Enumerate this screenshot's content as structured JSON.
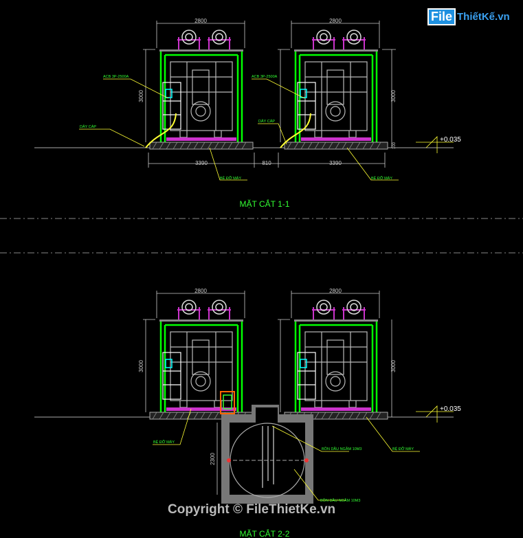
{
  "logo": {
    "text": "FileThiếtKế.vn",
    "part1": "File",
    "part2": "ThiếtKế.vn"
  },
  "watermark": "Copyright © FileThietKe.vn",
  "colors": {
    "background": "#000000",
    "frame": "#00ff00",
    "machine": "#bbbbbb",
    "fan": "#cc33cc",
    "leader": "#ffff33",
    "label": "#33ff33",
    "dimension": "#cccccc",
    "acb": "#00ffff"
  },
  "section1": {
    "title": "MẶT CẮT 1-1",
    "dim_width": "2800",
    "dim_height": "3000",
    "dim_base_width": "3390",
    "dim_gap": "810",
    "dim_base_height": "100",
    "label_acb": "ACB 3P-2500A",
    "label_cable": "DÂY CÁP",
    "label_base": "BỆ ĐỠ MÁY",
    "level": "+0.035"
  },
  "section2": {
    "title": "MẶT CẮT 2-2",
    "dim_width": "2800",
    "dim_height": "3000",
    "dim_pit_depth": "2300",
    "label_base": "BỆ ĐỠ MÁY",
    "label_tank": "BỒN DẦU NGẦM 10M3",
    "level": "+0.035"
  }
}
